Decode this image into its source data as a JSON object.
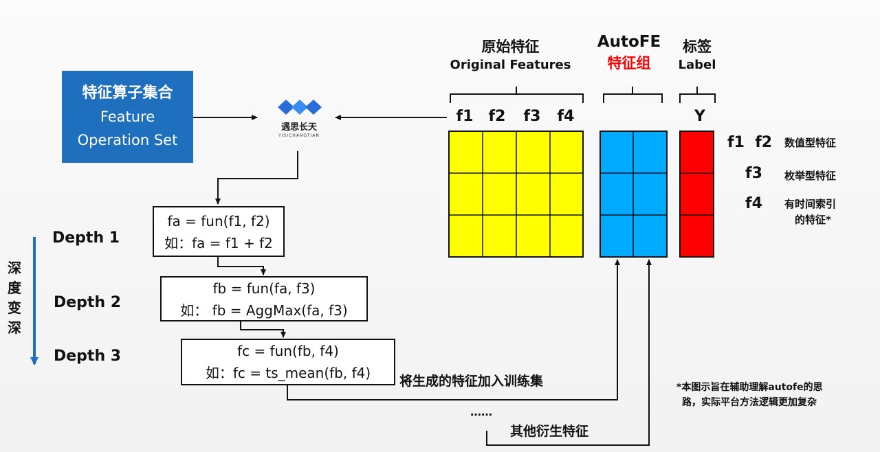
{
  "operator_set": {
    "title_zh": "特征算子集合",
    "title_en_1": "Feature",
    "title_en_2": "Operation Set"
  },
  "logo": {
    "brand": "遇思长天",
    "subtitle": "YISICHANGTIAN"
  },
  "columns": {
    "original": {
      "title_zh": "原始特征",
      "title_en": "Original Features",
      "names": [
        "f1",
        "f2",
        "f3",
        "f4"
      ]
    },
    "autofe": {
      "title_en": "AutoFE",
      "title_zh": "特征组"
    },
    "label": {
      "title_zh": "标签",
      "title_en": "Label",
      "name": "Y"
    }
  },
  "legend": {
    "items": [
      {
        "symbols": "f1  f2",
        "text": "数值型特征"
      },
      {
        "symbols": "f3",
        "text": "枚举型特征"
      },
      {
        "symbols": "f4",
        "text_1": "有时间索引",
        "text_2": "的特征*"
      }
    ]
  },
  "depths": [
    {
      "label": "Depth 1",
      "formula": "fa = fun(f1, f2)",
      "example": "如：fa = f1 + f2"
    },
    {
      "label": "Depth 2",
      "formula": "fb = fun(fa, f3)",
      "example": "如：  fb = AggMax(fa, f3)"
    },
    {
      "label": "Depth 3",
      "formula": "fc = fun(fb, f4)",
      "example": "如：fc = ts_mean(fb, f4)"
    }
  ],
  "vertical_label": [
    "深",
    "度",
    "变",
    "深"
  ],
  "captions": {
    "add_to_train": "将生成的特征加入训练集",
    "ellipsis": "……",
    "other_derived": "其他衍生特征"
  },
  "note": {
    "line_1": "*本图示旨在辅助理解autofe的思",
    "line_2": "路，实际平台方法逻辑更加复杂"
  },
  "colors": {
    "original": "#ffff00",
    "autofe": "#00aaff",
    "label": "#ff0000",
    "operator_box": "#1f6fbf",
    "depth_arrow": "#1f6fbf",
    "highlight_text": "#ff0000"
  }
}
